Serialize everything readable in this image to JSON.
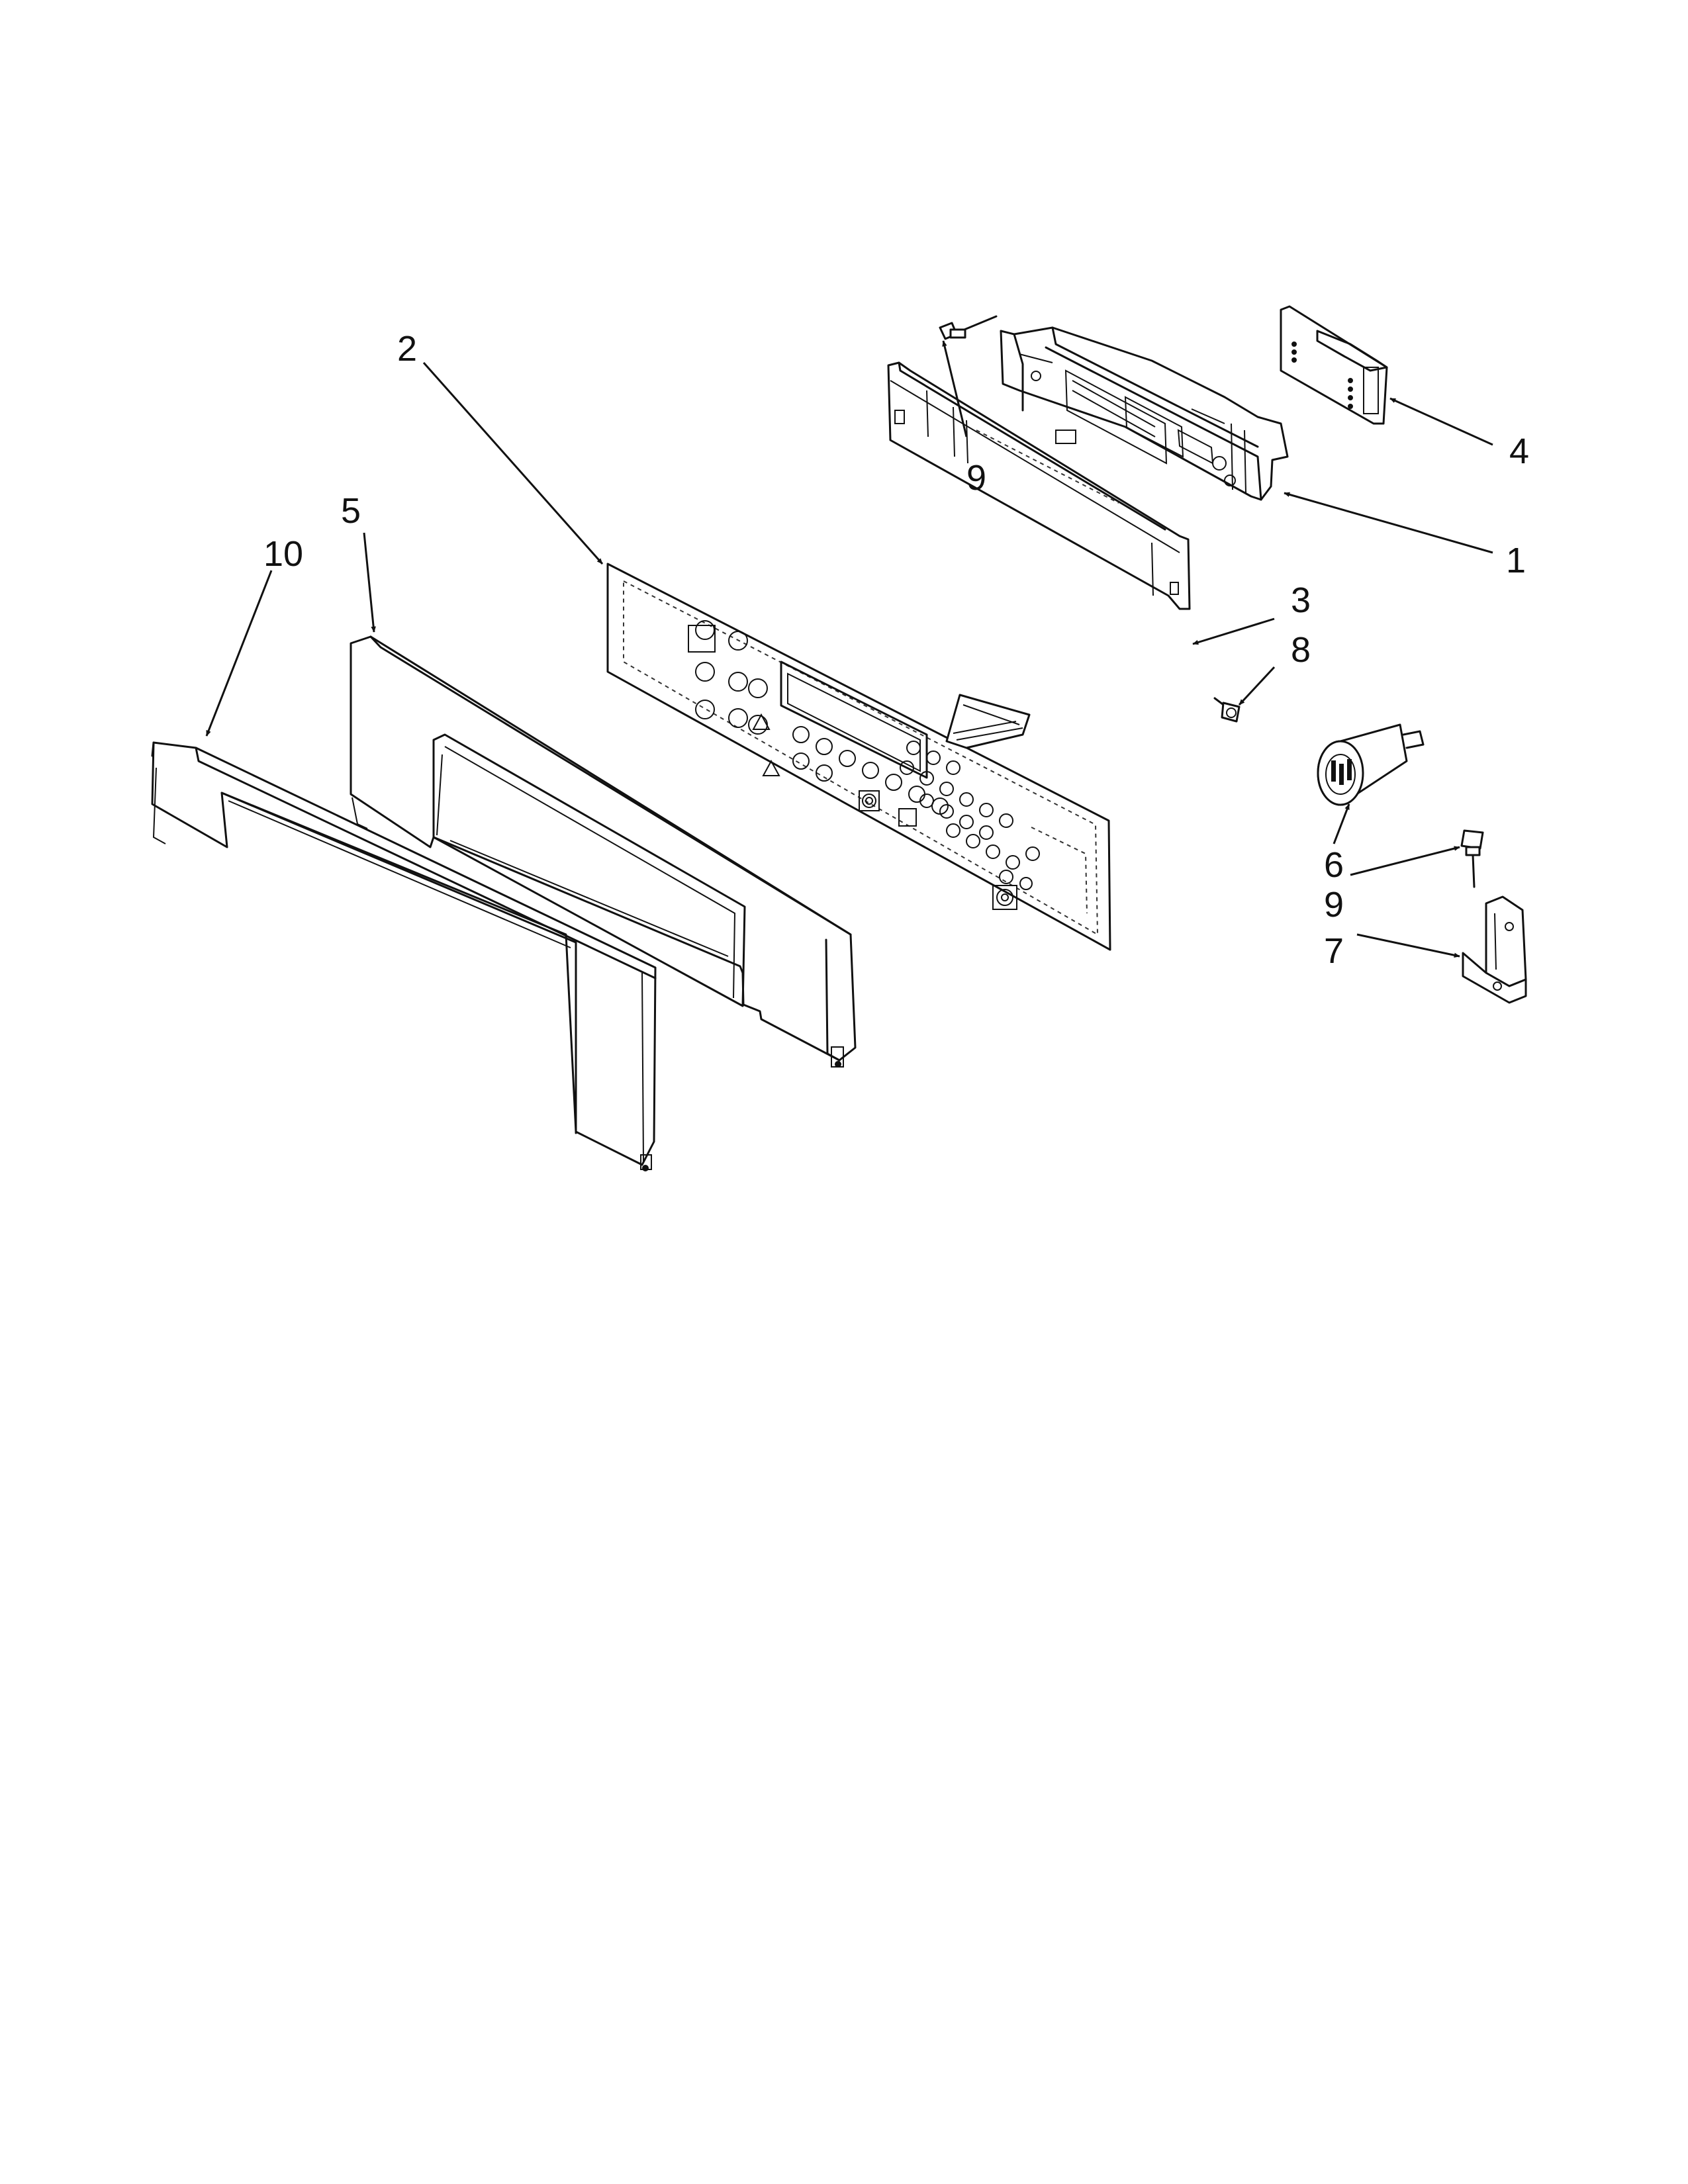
{
  "callouts": [
    {
      "id": "c9a",
      "label": "9"
    },
    {
      "id": "c4",
      "label": "4"
    },
    {
      "id": "c2",
      "label": "2"
    },
    {
      "id": "c1",
      "label": "1"
    },
    {
      "id": "c5",
      "label": "5"
    },
    {
      "id": "c10",
      "label": "10"
    },
    {
      "id": "c3",
      "label": "3"
    },
    {
      "id": "c8",
      "label": "8"
    },
    {
      "id": "c6",
      "label": "6"
    },
    {
      "id": "c9b",
      "label": "9"
    },
    {
      "id": "c7",
      "label": "7"
    }
  ]
}
